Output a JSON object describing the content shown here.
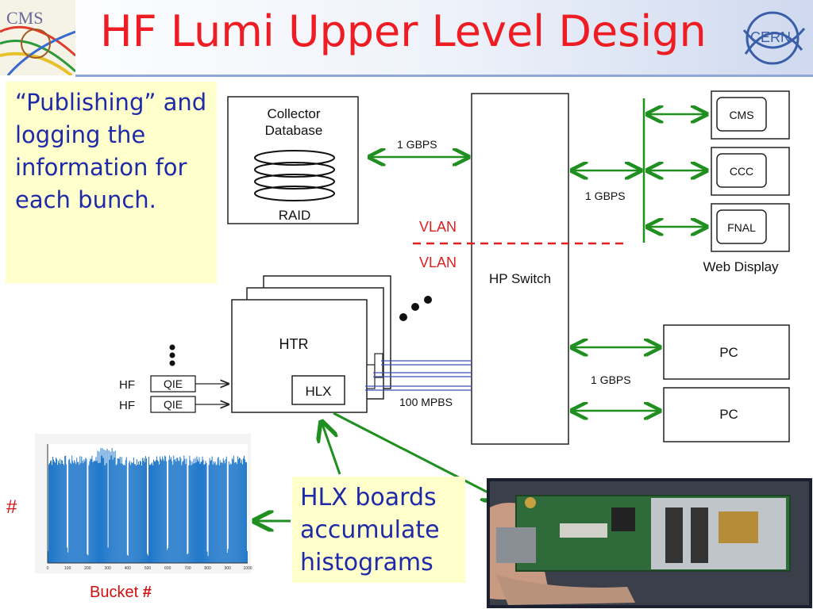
{
  "slide": {
    "title": "HF Lumi Upper Level Design",
    "note_text": "“Publishing” and logging the information for each bunch.",
    "hlx_note_lines": [
      "HLX boards",
      "accumulate",
      "histograms"
    ]
  },
  "logos": {
    "left_logo_text": "CMS",
    "right_logo_text": "CERN"
  },
  "diagram": {
    "collector": {
      "line1": "Collector",
      "line2": "Database",
      "raid": "RAID"
    },
    "switch_label": "HP Switch",
    "vlan_top": "VLAN",
    "vlan_bottom": "VLAN",
    "link_collector": "1 GBPS",
    "link_web": "1 GBPS",
    "link_pc": "1 GBPS",
    "link_htr": "100 MPBS",
    "web_nodes": [
      "CMS",
      "CCC",
      "FNAL"
    ],
    "web_display": "Web Display",
    "pc_nodes": [
      "PC",
      "PC"
    ],
    "htr_label": "HTR",
    "hlx_label": "HLX",
    "hf_rows": [
      {
        "hf": "HF",
        "qie": "QIE"
      },
      {
        "hf": "HF",
        "qie": "QIE"
      }
    ]
  },
  "histogram": {
    "ylabel": "#",
    "xlabel_prefix": "Bucket ",
    "xlabel_hash": "#"
  },
  "chart_data": {
    "type": "bar",
    "title": "",
    "xlabel": "Bucket #",
    "ylabel": "#",
    "x_ticks": [
      "0",
      "100",
      "200",
      "300",
      "400",
      "500",
      "600",
      "700",
      "800",
      "900",
      "1000"
    ],
    "xlim": [
      0,
      1000
    ],
    "ylim": [
      0,
      1050
    ],
    "note": "dense histogram of ~3564 bunch buckets, values mostly 850-950 with periodic gaps near zero",
    "colors": {
      "bars": "#1a74c8",
      "background": "#ffffff"
    }
  },
  "colors": {
    "title": "#ee1d23",
    "note_text": "#1f2aa8",
    "note_bg": "#ffffcc",
    "arrow_green": "#1f8f1f",
    "vlan_red": "#e02020",
    "link_blue": "#3a4fb8"
  }
}
